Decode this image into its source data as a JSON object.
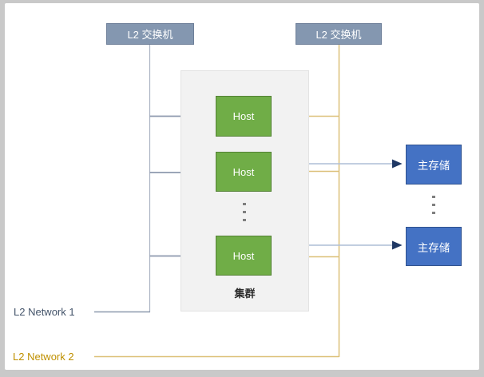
{
  "diagram": {
    "switch1": {
      "label": "L2 交换机"
    },
    "switch2": {
      "label": "L2 交换机"
    },
    "cluster": {
      "label": "集群",
      "hosts": [
        {
          "label": "Host"
        },
        {
          "label": "Host"
        },
        {
          "label": "Host"
        }
      ]
    },
    "storages": [
      {
        "label": "主存储"
      },
      {
        "label": "主存储"
      }
    ],
    "network1": {
      "label": "L2 Network 1"
    },
    "network2": {
      "label": "L2 Network 2"
    }
  },
  "colors": {
    "switch_fill": "#8497B0",
    "switch_border": "#6E7F99",
    "host_fill": "#70AD47",
    "host_border": "#548235",
    "storage_fill": "#4472C4",
    "storage_border": "#2F528F",
    "cluster_fill": "#F2F2F2",
    "network1_line": "#98A4B8",
    "network1_text": "#44546A",
    "network2_line": "#DCC078",
    "network2_text": "#BF9000",
    "arrow_line": "#AEBDD6",
    "arrow_head": "#1F3864",
    "frame_border": "#C9C9C9"
  }
}
